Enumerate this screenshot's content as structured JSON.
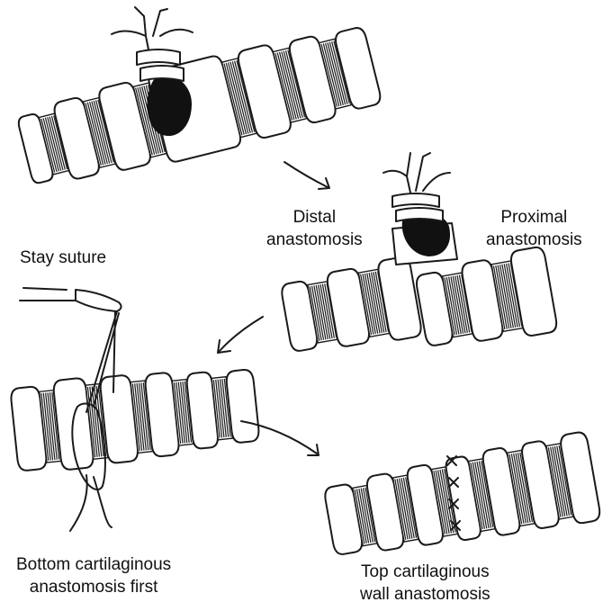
{
  "labels": {
    "distal": [
      "Distal",
      "anastomosis"
    ],
    "proximal": [
      "Proximal",
      "anastomosis"
    ],
    "stay_suture": "Stay suture",
    "bottom": [
      "Bottom cartilaginous",
      "anastomosis first"
    ],
    "top": [
      "Top cartilaginous",
      "wall anastomosis"
    ]
  }
}
